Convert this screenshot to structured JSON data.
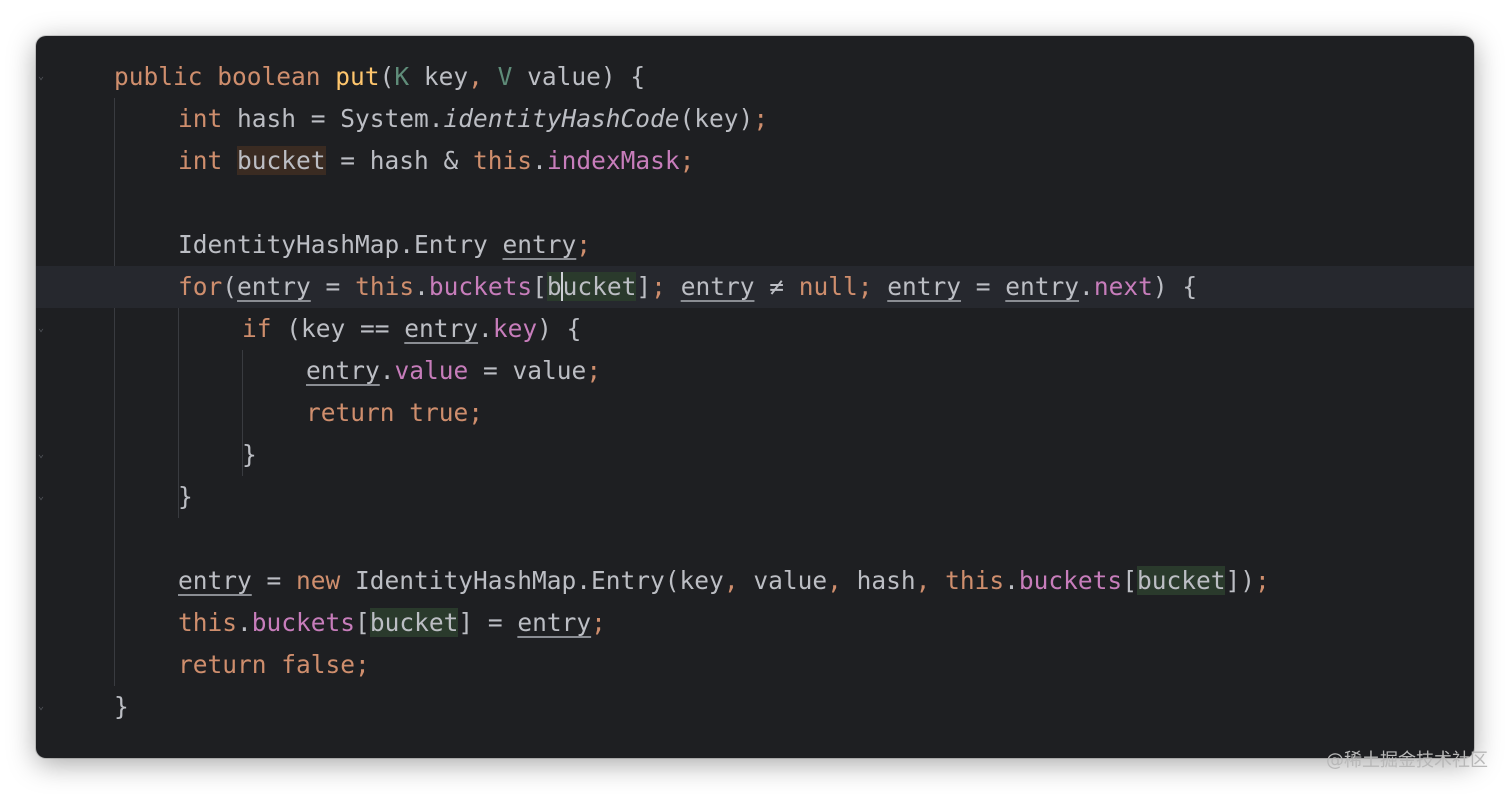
{
  "editor": {
    "lines": [
      {
        "indent": 0,
        "tokens": [
          {
            "t": "public ",
            "c": "kw"
          },
          {
            "t": "boolean ",
            "c": "kw"
          },
          {
            "t": "put",
            "c": "fn-decl"
          },
          {
            "t": "("
          },
          {
            "t": "K",
            "c": "tp"
          },
          {
            "t": " key"
          },
          {
            "t": ", ",
            "c": "pn"
          },
          {
            "t": "V",
            "c": "tp"
          },
          {
            "t": " value) {"
          }
        ]
      },
      {
        "indent": 1,
        "tokens": [
          {
            "t": "int ",
            "c": "kw"
          },
          {
            "t": "hash = System."
          },
          {
            "t": "identityHashCode",
            "c": "it"
          },
          {
            "t": "(key)"
          },
          {
            "t": ";",
            "c": "pn"
          }
        ]
      },
      {
        "indent": 1,
        "tokens": [
          {
            "t": "int ",
            "c": "kw"
          },
          {
            "t": "bucket",
            "c": "hl-decl"
          },
          {
            "t": " = hash & "
          },
          {
            "t": "this",
            "c": "kw"
          },
          {
            "t": "."
          },
          {
            "t": "indexMask",
            "c": "field"
          },
          {
            "t": ";",
            "c": "pn"
          }
        ]
      },
      {
        "indent": 1,
        "tokens": []
      },
      {
        "indent": 1,
        "tokens": [
          {
            "t": "IdentityHashMap.Entry "
          },
          {
            "t": "entry",
            "c": "ul"
          },
          {
            "t": ";",
            "c": "pn"
          }
        ]
      },
      {
        "indent": 1,
        "current": true,
        "tokens": [
          {
            "t": "for",
            "c": "kw"
          },
          {
            "t": "("
          },
          {
            "t": "entry",
            "c": "ul"
          },
          {
            "t": " = "
          },
          {
            "t": "this",
            "c": "kw"
          },
          {
            "t": "."
          },
          {
            "t": "buckets",
            "c": "field"
          },
          {
            "t": "["
          },
          {
            "t": "b",
            "c": "hl-bucket"
          },
          {
            "t": "ucket",
            "c": "hl-bucket caret"
          },
          {
            "t": "]"
          },
          {
            "t": "; ",
            "c": "pn"
          },
          {
            "t": "entry",
            "c": "ul"
          },
          {
            "t": " ≠ "
          },
          {
            "t": "null",
            "c": "kw"
          },
          {
            "t": "; ",
            "c": "pn"
          },
          {
            "t": "entry",
            "c": "ul"
          },
          {
            "t": " = "
          },
          {
            "t": "entry",
            "c": "ul"
          },
          {
            "t": "."
          },
          {
            "t": "next",
            "c": "field"
          },
          {
            "t": ") {"
          }
        ]
      },
      {
        "indent": 2,
        "tokens": [
          {
            "t": "if ",
            "c": "kw"
          },
          {
            "t": "(key == "
          },
          {
            "t": "entry",
            "c": "ul"
          },
          {
            "t": "."
          },
          {
            "t": "key",
            "c": "field"
          },
          {
            "t": ") {"
          }
        ]
      },
      {
        "indent": 3,
        "tokens": [
          {
            "t": "entry",
            "c": "ul"
          },
          {
            "t": "."
          },
          {
            "t": "value",
            "c": "field"
          },
          {
            "t": " = value"
          },
          {
            "t": ";",
            "c": "pn"
          }
        ]
      },
      {
        "indent": 3,
        "tokens": [
          {
            "t": "return ",
            "c": "kw"
          },
          {
            "t": "true",
            "c": "kw"
          },
          {
            "t": ";",
            "c": "pn"
          }
        ]
      },
      {
        "indent": 2,
        "tokens": [
          {
            "t": "}"
          }
        ]
      },
      {
        "indent": 1,
        "tokens": [
          {
            "t": "}"
          }
        ]
      },
      {
        "indent": 1,
        "tokens": []
      },
      {
        "indent": 1,
        "tokens": [
          {
            "t": "entry",
            "c": "ul"
          },
          {
            "t": " = "
          },
          {
            "t": "new ",
            "c": "kw"
          },
          {
            "t": "IdentityHashMap.Entry(key"
          },
          {
            "t": ", ",
            "c": "pn"
          },
          {
            "t": "value"
          },
          {
            "t": ", ",
            "c": "pn"
          },
          {
            "t": "hash"
          },
          {
            "t": ", ",
            "c": "pn"
          },
          {
            "t": "this",
            "c": "kw"
          },
          {
            "t": "."
          },
          {
            "t": "buckets",
            "c": "field"
          },
          {
            "t": "["
          },
          {
            "t": "bucket",
            "c": "hl-bucket"
          },
          {
            "t": "])"
          },
          {
            "t": ";",
            "c": "pn"
          }
        ]
      },
      {
        "indent": 1,
        "tokens": [
          {
            "t": "this",
            "c": "kw"
          },
          {
            "t": "."
          },
          {
            "t": "buckets",
            "c": "field"
          },
          {
            "t": "["
          },
          {
            "t": "bucket",
            "c": "hl-bucket"
          },
          {
            "t": "] = "
          },
          {
            "t": "entry",
            "c": "ul"
          },
          {
            "t": ";",
            "c": "pn"
          }
        ]
      },
      {
        "indent": 1,
        "tokens": [
          {
            "t": "return ",
            "c": "kw"
          },
          {
            "t": "false",
            "c": "kw"
          },
          {
            "t": ";",
            "c": "pn"
          }
        ]
      },
      {
        "indent": 0,
        "tokens": [
          {
            "t": "}"
          }
        ]
      }
    ]
  },
  "watermark": "@稀土掘金技术社区",
  "colors": {
    "background": "#1e1f22",
    "current_line": "#26282e",
    "keyword": "#cf8e6d",
    "method_declaration": "#ffc66d",
    "field": "#c77dbb",
    "type_parameter": "#5f8c79",
    "default_text": "#bcbec4"
  }
}
